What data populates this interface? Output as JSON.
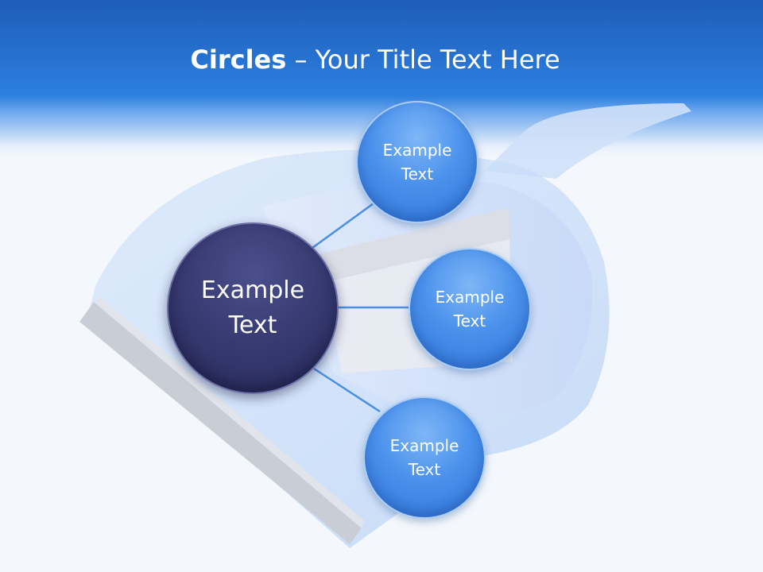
{
  "slide": {
    "title_bold": "Circles",
    "title_rest": " – Your Title Text Here"
  },
  "diagram": {
    "center": {
      "line1": "Example",
      "line2": "Text"
    },
    "nodes": [
      {
        "line1": "Example",
        "line2": "Text"
      },
      {
        "line1": "Example",
        "line2": "Text"
      },
      {
        "line1": "Example",
        "line2": "Text"
      }
    ]
  },
  "colors": {
    "header_blue": "#2c7fe0",
    "center_circle": "#35386e",
    "node_circle": "#4b92ec",
    "connector": "#4a90e2"
  }
}
